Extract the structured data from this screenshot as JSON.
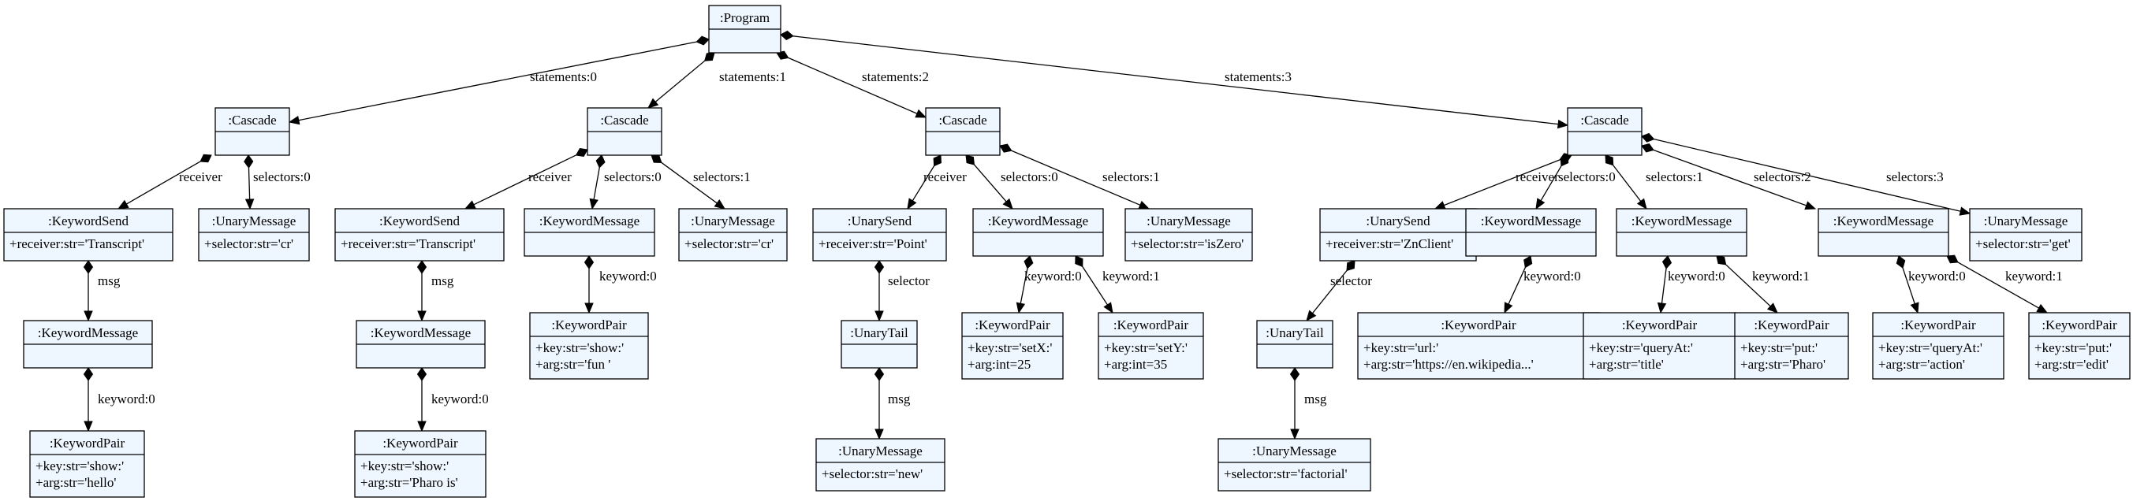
{
  "diagram": {
    "type": "uml-object-diagram",
    "colors": {
      "node_fill": "#eef6ff",
      "stroke": "#000000",
      "background": "#ffffff"
    },
    "nodes": [
      {
        "id": "program",
        "title": ":Program",
        "attrs": []
      },
      {
        "id": "c0",
        "title": ":Cascade",
        "attrs": []
      },
      {
        "id": "c1",
        "title": ":Cascade",
        "attrs": []
      },
      {
        "id": "c2",
        "title": ":Cascade",
        "attrs": []
      },
      {
        "id": "c3",
        "title": ":Cascade",
        "attrs": []
      },
      {
        "id": "ks0",
        "title": ":KeywordSend",
        "attrs": [
          "+receiver:str='Transcript'"
        ]
      },
      {
        "id": "um0",
        "title": ":UnaryMessage",
        "attrs": [
          "+selector:str='cr'"
        ]
      },
      {
        "id": "km0",
        "title": ":KeywordMessage",
        "attrs": []
      },
      {
        "id": "kp0",
        "title": ":KeywordPair",
        "attrs": [
          "+key:str='show:'",
          "+arg:str='hello'"
        ]
      },
      {
        "id": "ks1",
        "title": ":KeywordSend",
        "attrs": [
          "+receiver:str='Transcript'"
        ]
      },
      {
        "id": "km1a",
        "title": ":KeywordMessage",
        "attrs": []
      },
      {
        "id": "km1b",
        "title": ":KeywordMessage",
        "attrs": []
      },
      {
        "id": "um1",
        "title": ":UnaryMessage",
        "attrs": [
          "+selector:str='cr'"
        ]
      },
      {
        "id": "kp1a",
        "title": ":KeywordPair",
        "attrs": [
          "+key:str='show:'",
          "+arg:str='Pharo is'"
        ]
      },
      {
        "id": "kp1b",
        "title": ":KeywordPair",
        "attrs": [
          "+key:str='show:'",
          "+arg:str='fun '"
        ]
      },
      {
        "id": "us2",
        "title": ":UnarySend",
        "attrs": [
          "+receiver:str='Point'"
        ]
      },
      {
        "id": "ut2",
        "title": ":UnaryTail",
        "attrs": []
      },
      {
        "id": "um2a",
        "title": ":UnaryMessage",
        "attrs": [
          "+selector:str='new'"
        ]
      },
      {
        "id": "km2",
        "title": ":KeywordMessage",
        "attrs": []
      },
      {
        "id": "kp2a",
        "title": ":KeywordPair",
        "attrs": [
          "+key:str='setX:'",
          "+arg:int=25"
        ]
      },
      {
        "id": "kp2b",
        "title": ":KeywordPair",
        "attrs": [
          "+key:str='setY:'",
          "+arg:int=35"
        ]
      },
      {
        "id": "um2b",
        "title": ":UnaryMessage",
        "attrs": [
          "+selector:str='isZero'"
        ]
      },
      {
        "id": "us3",
        "title": ":UnarySend",
        "attrs": [
          "+receiver:str='ZnClient'"
        ]
      },
      {
        "id": "ut3",
        "title": ":UnaryTail",
        "attrs": []
      },
      {
        "id": "um3a",
        "title": ":UnaryMessage",
        "attrs": [
          "+selector:str='factorial'"
        ]
      },
      {
        "id": "km3a",
        "title": ":KeywordMessage",
        "attrs": []
      },
      {
        "id": "kp3a",
        "title": ":KeywordPair",
        "attrs": [
          "+key:str='url:'",
          "+arg:str='https://en.wikipedia...'"
        ]
      },
      {
        "id": "km3b",
        "title": ":KeywordMessage",
        "attrs": []
      },
      {
        "id": "kp3b",
        "title": ":KeywordPair",
        "attrs": [
          "+key:str='queryAt:'",
          "+arg:str='title'"
        ]
      },
      {
        "id": "kp3c",
        "title": ":KeywordPair",
        "attrs": [
          "+key:str='put:'",
          "+arg:str='Pharo'"
        ]
      },
      {
        "id": "km3c",
        "title": ":KeywordMessage",
        "attrs": []
      },
      {
        "id": "kp3d",
        "title": ":KeywordPair",
        "attrs": [
          "+key:str='queryAt:'",
          "+arg:str='action'"
        ]
      },
      {
        "id": "kp3e",
        "title": ":KeywordPair",
        "attrs": [
          "+key:str='put:'",
          "+arg:str='edit'"
        ]
      },
      {
        "id": "um3b",
        "title": ":UnaryMessage",
        "attrs": [
          "+selector:str='get'"
        ]
      }
    ],
    "edges": [
      {
        "from": "program",
        "to": "c0",
        "label": "statements:0"
      },
      {
        "from": "program",
        "to": "c1",
        "label": "statements:1"
      },
      {
        "from": "program",
        "to": "c2",
        "label": "statements:2"
      },
      {
        "from": "program",
        "to": "c3",
        "label": "statements:3"
      },
      {
        "from": "c0",
        "to": "ks0",
        "label": "receiver"
      },
      {
        "from": "c0",
        "to": "um0",
        "label": "selectors:0"
      },
      {
        "from": "ks0",
        "to": "km0",
        "label": "msg"
      },
      {
        "from": "km0",
        "to": "kp0",
        "label": "keyword:0"
      },
      {
        "from": "c1",
        "to": "ks1",
        "label": "receiver"
      },
      {
        "from": "c1",
        "to": "km1b",
        "label": "selectors:0"
      },
      {
        "from": "c1",
        "to": "um1",
        "label": "selectors:1"
      },
      {
        "from": "ks1",
        "to": "km1a",
        "label": "msg"
      },
      {
        "from": "km1a",
        "to": "kp1a",
        "label": "keyword:0"
      },
      {
        "from": "km1b",
        "to": "kp1b",
        "label": "keyword:0"
      },
      {
        "from": "c2",
        "to": "us2",
        "label": "receiver"
      },
      {
        "from": "c2",
        "to": "km2",
        "label": "selectors:0"
      },
      {
        "from": "c2",
        "to": "um2b",
        "label": "selectors:1"
      },
      {
        "from": "us2",
        "to": "ut2",
        "label": "selector"
      },
      {
        "from": "ut2",
        "to": "um2a",
        "label": "msg"
      },
      {
        "from": "km2",
        "to": "kp2a",
        "label": "keyword:0"
      },
      {
        "from": "km2",
        "to": "kp2b",
        "label": "keyword:1"
      },
      {
        "from": "c3",
        "to": "us3",
        "label": "receiver"
      },
      {
        "from": "c3",
        "to": "km3a",
        "label": "selectors:0"
      },
      {
        "from": "c3",
        "to": "km3b",
        "label": "selectors:1"
      },
      {
        "from": "c3",
        "to": "km3c",
        "label": "selectors:2"
      },
      {
        "from": "c3",
        "to": "um3b",
        "label": "selectors:3"
      },
      {
        "from": "us3",
        "to": "ut3",
        "label": "selector"
      },
      {
        "from": "ut3",
        "to": "um3a",
        "label": "msg"
      },
      {
        "from": "km3a",
        "to": "kp3a",
        "label": "keyword:0"
      },
      {
        "from": "km3b",
        "to": "kp3b",
        "label": "keyword:0"
      },
      {
        "from": "km3b",
        "to": "kp3c",
        "label": "keyword:1"
      },
      {
        "from": "km3c",
        "to": "kp3d",
        "label": "keyword:0"
      },
      {
        "from": "km3c",
        "to": "kp3e",
        "label": "keyword:1"
      }
    ]
  }
}
